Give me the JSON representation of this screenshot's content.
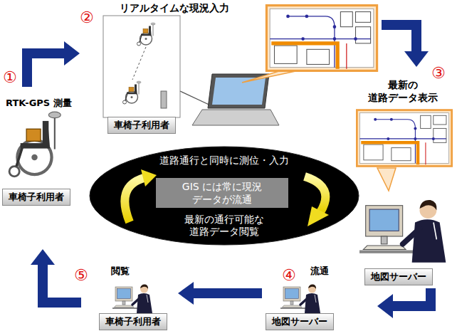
{
  "diagram": {
    "nodes": [
      {
        "text": [
          "車椅子利用者"
        ]
      },
      {
        "text": [
          "車椅子利用者"
        ]
      },
      {
        "text": [
          "道路通行と同時に測位・入力",
          "最新の通行可能な 道路データ閲覧"
        ]
      },
      {
        "text": [
          "GIS には常に現況 データが流通"
        ],
        "in": 2
      },
      {
        "text": [
          "地図サーバー"
        ]
      },
      {
        "text": [
          "地図サーバー"
        ]
      },
      {
        "text": [
          "車椅子利用者"
        ]
      }
    ],
    "labels": [
      "①",
      "②",
      "③",
      "④",
      "⑤",
      "RTK-GPS 測量",
      "リアルタイムな現況入力",
      "最新の 道路データ表示",
      "流通",
      "閲覧"
    ]
  }
}
